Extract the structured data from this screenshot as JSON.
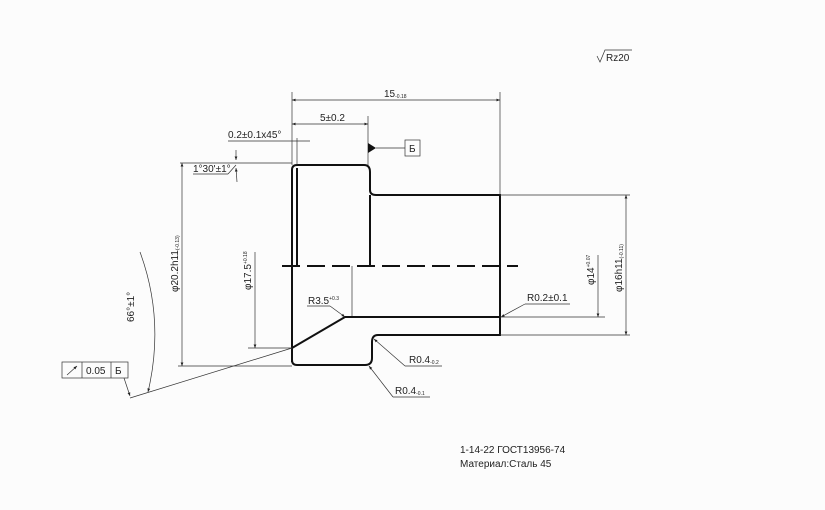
{
  "drawing": {
    "roughness": "Rz20",
    "dims": {
      "length_total": {
        "value": "15",
        "tol": "-0.18"
      },
      "flange_len": "5±0.2",
      "chamfer": "0.2±0.1x45°",
      "angle_top": "1°30'±1°",
      "dia_outer": {
        "value": "φ20.2h11",
        "tol": "(-0.13)"
      },
      "dia_bore_flange": {
        "value": "φ17.5",
        "tol": "+0.18"
      },
      "angle_cone": "66°±1°",
      "radius_cone": {
        "value": "R3.5",
        "tol": "+0.3"
      },
      "radius_end": "R0.2±0.1",
      "dia_bore": {
        "value": "φ14",
        "tol": "+0.07"
      },
      "dia_shaft": {
        "value": "φ16h11",
        "tol": "(-0.11)"
      },
      "radius_inner": {
        "value": "R0.4",
        "tol": "-0.2"
      },
      "radius_outer": {
        "value": "R0.4",
        "tol": "-0.1"
      }
    },
    "datum": "Б",
    "runout": {
      "symbol": "runout-arrow",
      "value": "0.05",
      "datum": "Б"
    }
  },
  "title_block": {
    "designation": "1-14-22 ГОСТ13956-74",
    "material": "Материал:Сталь 45"
  }
}
